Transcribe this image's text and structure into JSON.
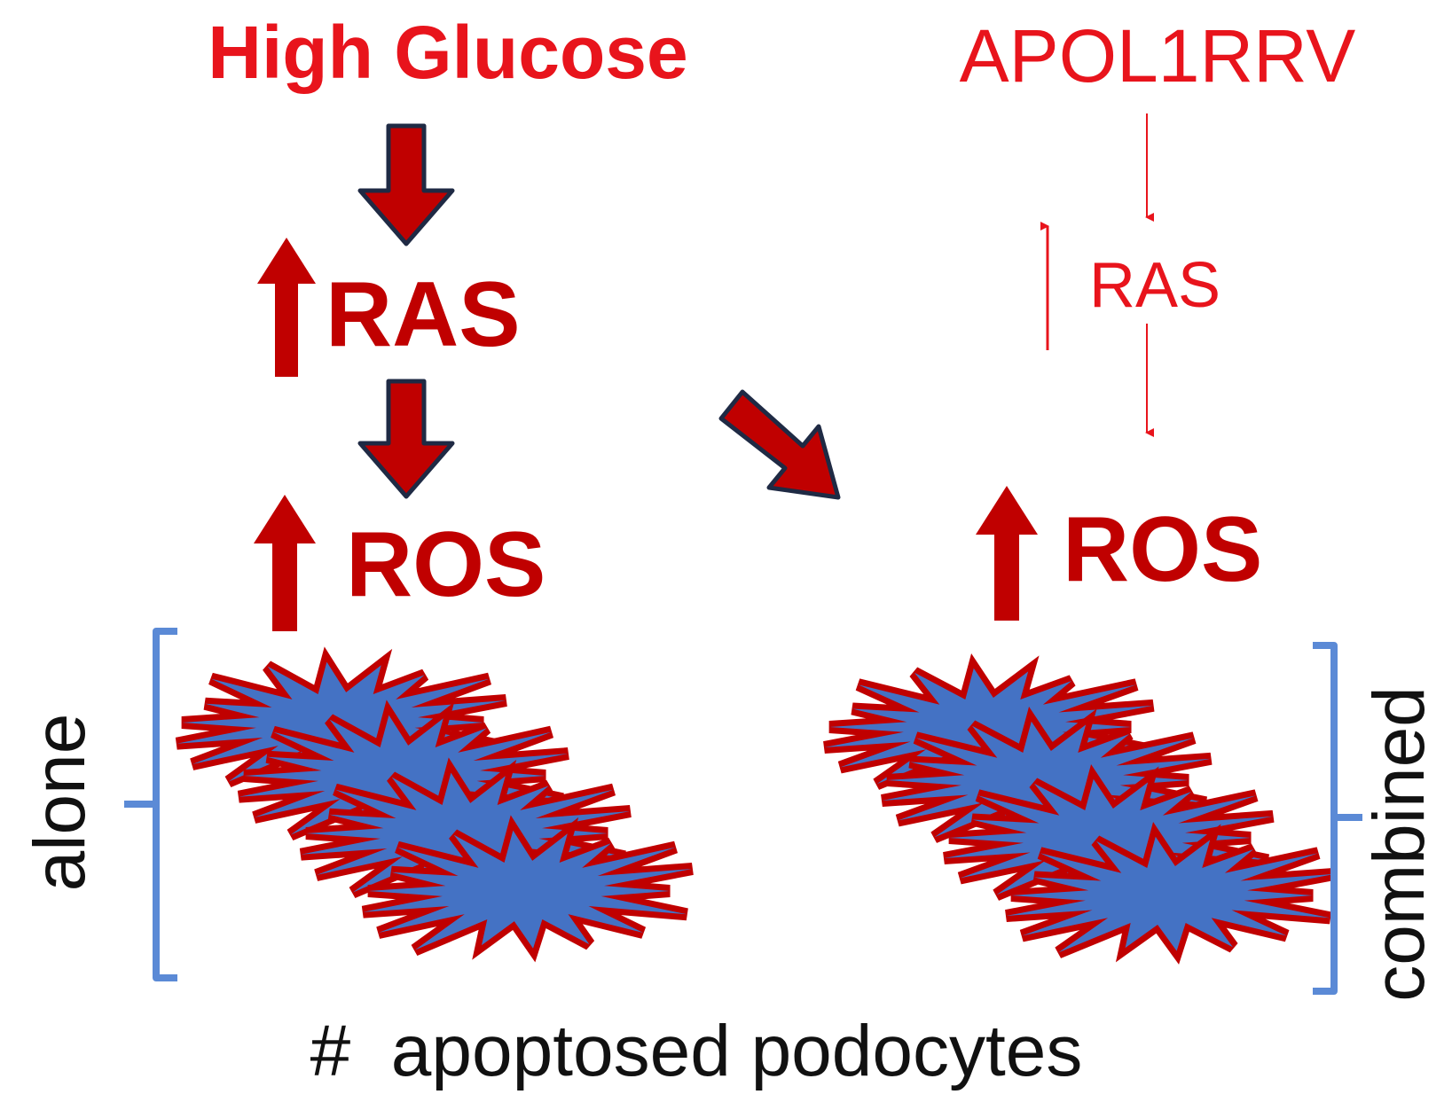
{
  "left_pathway": {
    "trigger": "High Glucose",
    "step1": "RAS",
    "step2": "ROS"
  },
  "right_pathway": {
    "trigger": "APOL1RRV",
    "step1": "RAS",
    "step2": "ROS"
  },
  "groups": {
    "left": "alone",
    "right": "combined"
  },
  "footer": "#  apoptosed podocytes",
  "colors": {
    "red": "#e8141c",
    "dark_red": "#c00000",
    "arrow_outline": "#1f2a44",
    "cell_fill": "#4472c4",
    "bracket": "#5b8ad6",
    "text_black": "#111111"
  }
}
